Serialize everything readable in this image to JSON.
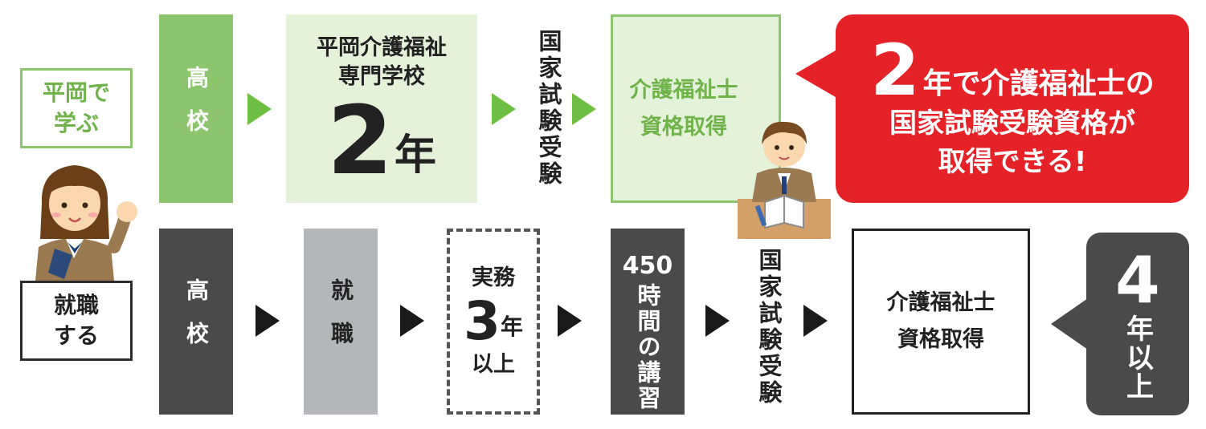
{
  "top_row": {
    "label_line1": "平岡で",
    "label_line2": "学ぶ",
    "high_school": "高校",
    "school_line1": "平岡介護福祉",
    "school_line2": "専門学校",
    "school_years_num": "2",
    "school_years_unit": "年",
    "exam": "国家試験受験",
    "cert_line1": "介護福祉士",
    "cert_line2": "資格取得"
  },
  "callout_top": {
    "num": "2",
    "line1_rest": "年で介護福祉士の",
    "line2": "国家試験受験資格が",
    "line3": "取得できる!"
  },
  "bottom_row": {
    "label_line1": "就職",
    "label_line2": "する",
    "high_school": "高校",
    "employment": "就職",
    "practice_title": "実務",
    "practice_num": "3",
    "practice_unit": "年",
    "practice_suffix": "以上",
    "training_hours": "450",
    "training_text": "時間の講習",
    "exam": "国家試験受験",
    "cert_line1": "介護福祉士",
    "cert_line2": "資格取得"
  },
  "callout_bottom": {
    "num": "4",
    "unit": "年以上"
  },
  "colors": {
    "green_dark": "#8dc46e",
    "green_light": "#e5f2da",
    "green_text": "#6fb34a",
    "arrow_green": "#6fbf44",
    "dark_gray": "#4a4a4a",
    "mid_gray": "#b5b6b9",
    "red": "#e52228"
  }
}
